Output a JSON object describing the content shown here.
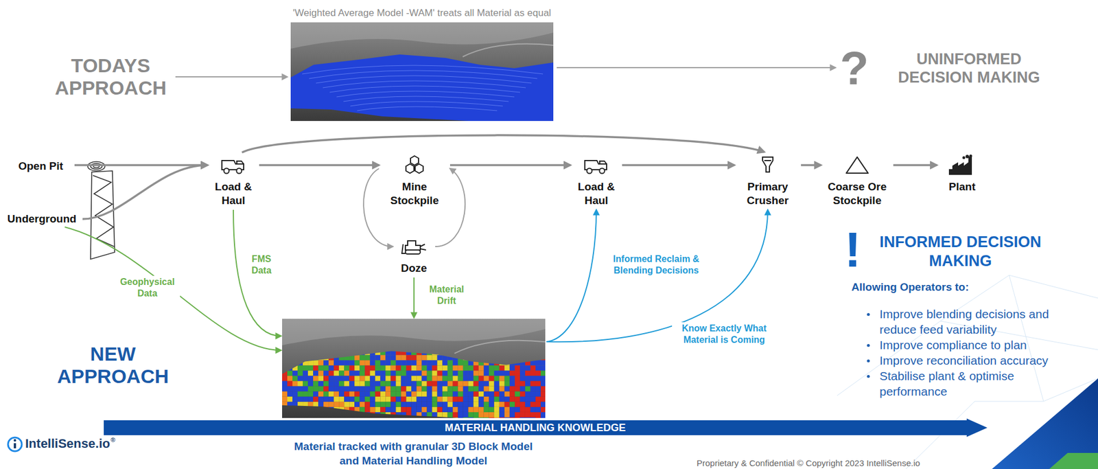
{
  "diagram": {
    "nodes": [
      {
        "text": [
          "TODAYS APPROACH"
        ]
      },
      {
        "text": [
          "'Weighted Average Model -WAM' treats all Material as equal"
        ]
      },
      {
        "text": [
          "?",
          "UNINFORMED DECISION MAKING"
        ]
      },
      {
        "text": [
          "Open Pit"
        ]
      },
      {
        "text": [
          "Underground"
        ]
      },
      {
        "text": [
          "Load & Haul"
        ]
      },
      {
        "text": [
          "Mine Stockpile"
        ]
      },
      {
        "text": [
          "Doze"
        ]
      },
      {
        "text": [
          "Load & Haul"
        ]
      },
      {
        "text": [
          "Primary Crusher"
        ]
      },
      {
        "text": [
          "Coarse Ore Stockpile"
        ]
      },
      {
        "text": [
          "Plant"
        ]
      },
      {
        "text": [
          "Material tracked with granular 3D Block Model and Material Handling Model"
        ]
      },
      {
        "text": [
          "!",
          "INFORMED DECISION MAKING",
          "Allowing Operators to:",
          "Improve blending decisions and reduce feed variability",
          "Improve compliance to plan",
          "Improve reconciliation accuracy",
          "Stabilise plant & optimise performance"
        ]
      },
      {
        "text": [
          "MATERIAL HANDLING KNOWLEDGE"
        ]
      }
    ],
    "edges": [
      {
        "from": 0,
        "to": 1,
        "arrow": "to"
      },
      {
        "from": 1,
        "to": 2,
        "arrow": "to"
      },
      {
        "from": 3,
        "to": 5,
        "arrow": "to"
      },
      {
        "from": 4,
        "to": 5,
        "arrow": "to"
      },
      {
        "from": 5,
        "to": 6,
        "arrow": "to"
      },
      {
        "from": 6,
        "to": 7,
        "arrow": "to"
      },
      {
        "from": 7,
        "to": 6,
        "arrow": "to"
      },
      {
        "from": 6,
        "to": 8,
        "arrow": "to"
      },
      {
        "from": 5,
        "to": 9,
        "arrow": "to"
      },
      {
        "from": 8,
        "to": 9,
        "arrow": "to"
      },
      {
        "from": 9,
        "to": 10,
        "arrow": "to"
      },
      {
        "from": 10,
        "to": 11,
        "arrow": "to"
      },
      {
        "from": 4,
        "to": 12,
        "label": "Geophysical Data",
        "arrow": "to"
      },
      {
        "from": 5,
        "to": 12,
        "label": "FMS Data",
        "arrow": "to"
      },
      {
        "from": 7,
        "to": 12,
        "label": "Material Drift",
        "arrow": "to"
      },
      {
        "from": 12,
        "to": 8,
        "label": "Informed Reclaim & Blending Decisions",
        "arrow": "to"
      },
      {
        "from": 12,
        "to": 9,
        "label": "Know Exactly What Material is Coming",
        "arrow": "to"
      }
    ],
    "labels": [
      "NEW APPROACH",
      "IntelliSense.io",
      "®",
      "Proprietary & Confidential © Copyright 2023 IntelliSense.io"
    ]
  }
}
